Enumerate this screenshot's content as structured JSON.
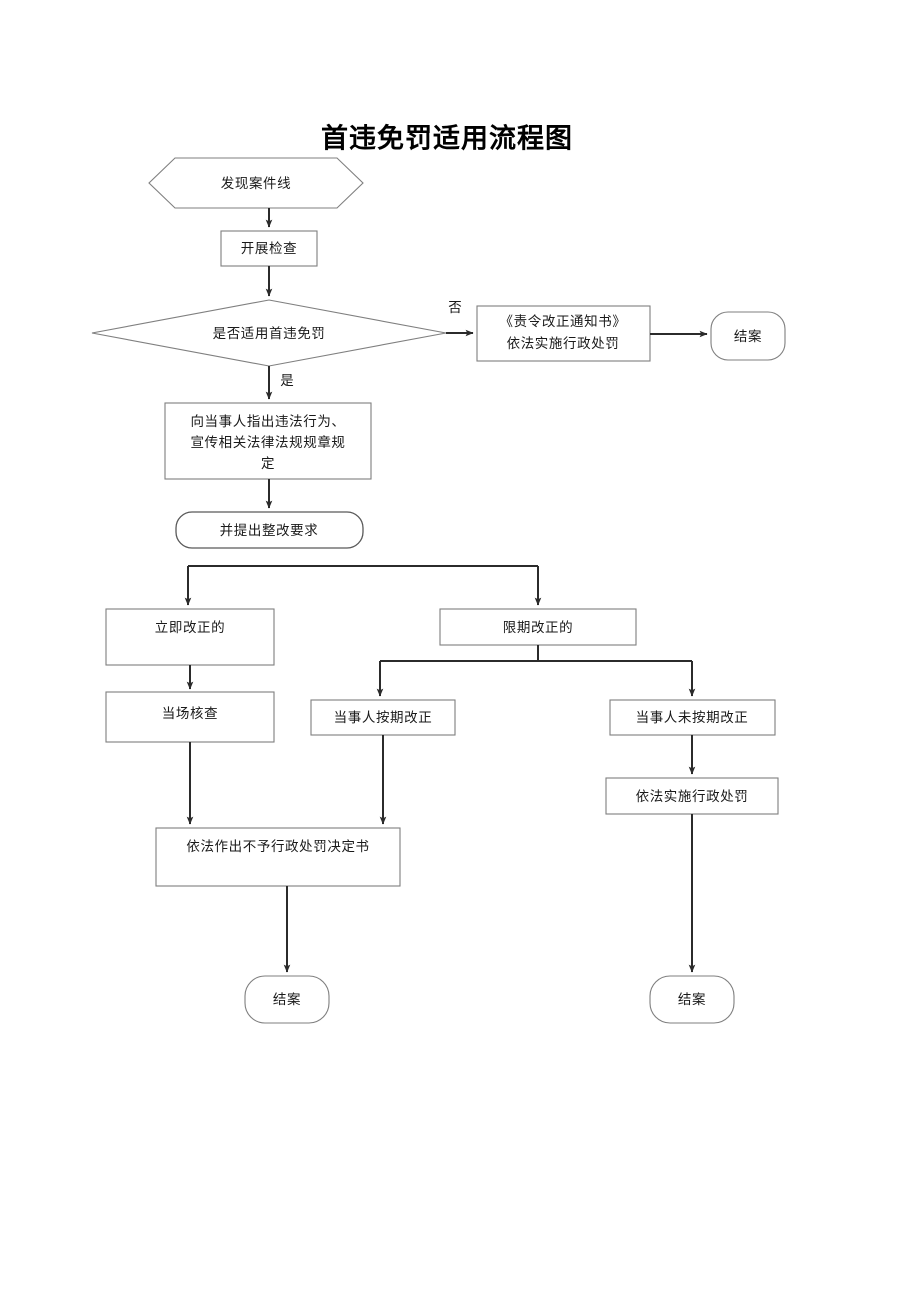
{
  "title": "首违免罚适用流程图",
  "chart_data": {
    "type": "diagram",
    "diagram_kind": "flowchart",
    "title": "首违免罚适用流程图",
    "orientation": "top-to-bottom",
    "nodes": [
      {
        "id": "n1",
        "label": "发现案件线",
        "shape": "hexagon"
      },
      {
        "id": "n2",
        "label": "开展检查",
        "shape": "rectangle"
      },
      {
        "id": "n3",
        "label": "是否适用首违免罚",
        "shape": "diamond"
      },
      {
        "id": "n4",
        "label": "《责令改正通知书》\n依法实施行政处罚",
        "shape": "rectangle"
      },
      {
        "id": "n5",
        "label": "结案",
        "shape": "rounded"
      },
      {
        "id": "n6",
        "label": "向当事人指出违法行为、\n宣传相关法律法规规章规\n定",
        "shape": "rectangle"
      },
      {
        "id": "n7",
        "label": "并提出整改要求",
        "shape": "rounded"
      },
      {
        "id": "n8",
        "label": "立即改正的",
        "shape": "rectangle"
      },
      {
        "id": "n9",
        "label": "限期改正的",
        "shape": "rectangle"
      },
      {
        "id": "n10",
        "label": "当场核查",
        "shape": "rectangle"
      },
      {
        "id": "n11",
        "label": "当事人按期改正",
        "shape": "rectangle"
      },
      {
        "id": "n12",
        "label": "当事人未按期改正",
        "shape": "rectangle"
      },
      {
        "id": "n13",
        "label": "依法实施行政处罚",
        "shape": "rectangle"
      },
      {
        "id": "n14",
        "label": "依法作出不予行政处罚决定书",
        "shape": "rectangle"
      },
      {
        "id": "n15",
        "label": "结案",
        "shape": "rounded"
      },
      {
        "id": "n16",
        "label": "结案",
        "shape": "rounded"
      }
    ],
    "edges": [
      {
        "from": "n1",
        "to": "n2",
        "label": ""
      },
      {
        "from": "n2",
        "to": "n3",
        "label": ""
      },
      {
        "from": "n3",
        "to": "n4",
        "label": "否"
      },
      {
        "from": "n4",
        "to": "n5",
        "label": ""
      },
      {
        "from": "n3",
        "to": "n6",
        "label": "是"
      },
      {
        "from": "n6",
        "to": "n7",
        "label": ""
      },
      {
        "from": "n7",
        "to": "n8",
        "label": ""
      },
      {
        "from": "n7",
        "to": "n9",
        "label": ""
      },
      {
        "from": "n8",
        "to": "n10",
        "label": ""
      },
      {
        "from": "n9",
        "to": "n11",
        "label": ""
      },
      {
        "from": "n9",
        "to": "n12",
        "label": ""
      },
      {
        "from": "n10",
        "to": "n14",
        "label": ""
      },
      {
        "from": "n11",
        "to": "n14",
        "label": ""
      },
      {
        "from": "n12",
        "to": "n13",
        "label": ""
      },
      {
        "from": "n14",
        "to": "n15",
        "label": ""
      },
      {
        "from": "n13",
        "to": "n16",
        "label": ""
      }
    ],
    "edge_labels": {
      "no": "否",
      "yes": "是"
    },
    "colors": {
      "background": "#ffffff",
      "shape_stroke": "#7f7f7f",
      "connector": "#2b2b2b",
      "text": "#1a1a1a"
    }
  },
  "nodes": {
    "start": "发现案件线",
    "inspect": "开展检查",
    "decision": "是否适用首违免罚",
    "penalty_notice_line1": "《责令改正通知书》",
    "penalty_notice_line2": "依法实施行政处罚",
    "close_case_top": "结案",
    "inform_line1": "向当事人指出违法行为、",
    "inform_line2": "宣传相关法律法规规章规",
    "inform_line3": "定",
    "rectify_request": "并提出整改要求",
    "immediate_rectify": "立即改正的",
    "deadline_rectify": "限期改正的",
    "onsite_check": "当场核查",
    "party_rectified": "当事人按期改正",
    "party_not_rectified": "当事人未按期改正",
    "enforce_penalty": "依法实施行政处罚",
    "no_penalty_decision": "依法作出不予行政处罚决定书",
    "close_case_left": "结案",
    "close_case_right": "结案"
  },
  "labels": {
    "no": "否",
    "yes": "是"
  }
}
